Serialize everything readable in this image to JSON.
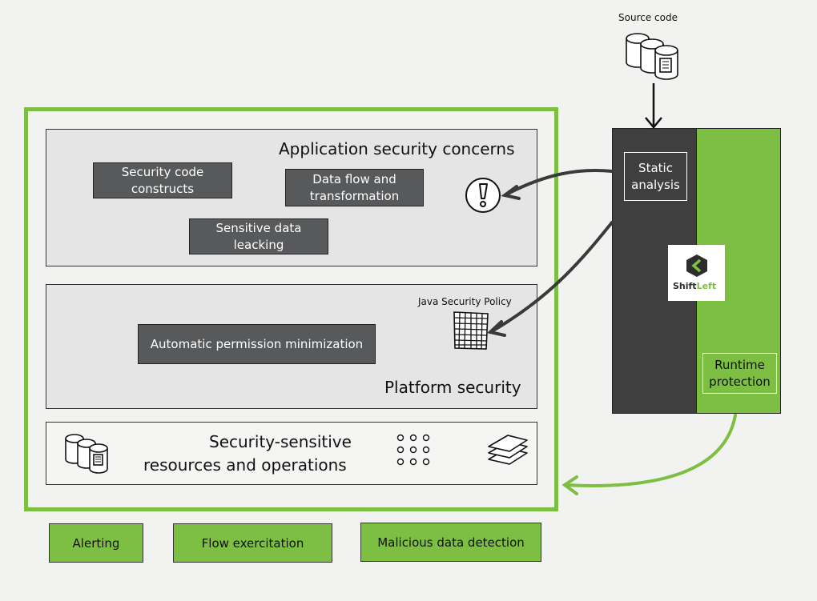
{
  "source_code": {
    "label": "Source code",
    "icon": "database-stack-icon"
  },
  "application_panel": {
    "title": "Application security concerns",
    "boxes": [
      {
        "line1": "Security code",
        "line2": "constructs"
      },
      {
        "line1": "Data flow and",
        "line2": "transformation"
      },
      {
        "line1": "Sensitive data",
        "line2": "leacking"
      }
    ],
    "icon": "exclamation-icon"
  },
  "platform_panel": {
    "title": "Platform security",
    "box": "Automatic permission minimization",
    "policy_label": "Java Security Policy",
    "icon": "policy-grid-icon"
  },
  "resources_panel": {
    "line1": "Security-sensitive",
    "line2": "resources and operations",
    "icons": [
      "database-stack-icon",
      "dots-grid-icon",
      "layers-icon"
    ]
  },
  "shiftleft": {
    "static_line1": "Static",
    "static_line2": "analysis",
    "runtime_line1": "Runtime",
    "runtime_line2": "protection",
    "logo_text_a": "Shift",
    "logo_text_b": "Left"
  },
  "bottom_buttons": [
    "Alerting",
    "Flow exercitation",
    "Malicious data detection"
  ],
  "colors": {
    "green": "#7dbf42",
    "dark": "#3f3f40",
    "box": "#58595b",
    "panel": "#e4e5e4"
  }
}
